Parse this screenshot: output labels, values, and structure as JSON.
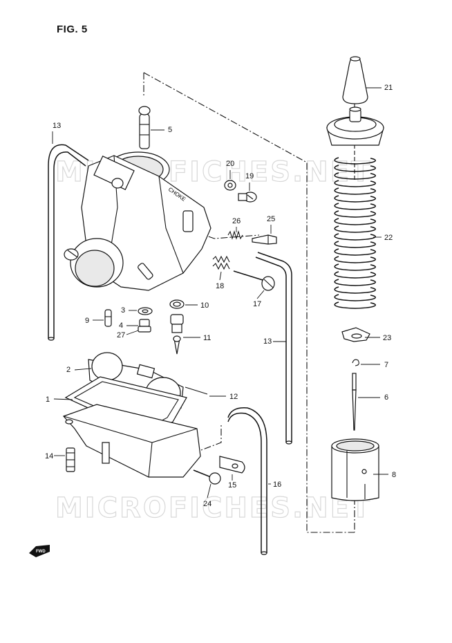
{
  "figure": {
    "title": "FIG. 5"
  },
  "watermark": {
    "text": "MICROFICHES.NET"
  },
  "fwd_badge": {
    "text": "FWD"
  },
  "choke_marking": "CHOKE",
  "parts": [
    {
      "id": "p1",
      "number": "1"
    },
    {
      "id": "p2",
      "number": "2"
    },
    {
      "id": "p3",
      "number": "3"
    },
    {
      "id": "p4",
      "number": "4"
    },
    {
      "id": "p5",
      "number": "5"
    },
    {
      "id": "p6",
      "number": "6"
    },
    {
      "id": "p7",
      "number": "7"
    },
    {
      "id": "p8",
      "number": "8"
    },
    {
      "id": "p9",
      "number": "9"
    },
    {
      "id": "p10",
      "number": "10"
    },
    {
      "id": "p11",
      "number": "11"
    },
    {
      "id": "p12",
      "number": "12"
    },
    {
      "id": "p13a",
      "number": "13"
    },
    {
      "id": "p13b",
      "number": "13"
    },
    {
      "id": "p14",
      "number": "14"
    },
    {
      "id": "p15",
      "number": "15"
    },
    {
      "id": "p16",
      "number": "16"
    },
    {
      "id": "p17",
      "number": "17"
    },
    {
      "id": "p18",
      "number": "18"
    },
    {
      "id": "p19",
      "number": "19"
    },
    {
      "id": "p20",
      "number": "20"
    },
    {
      "id": "p21",
      "number": "21"
    },
    {
      "id": "p22",
      "number": "22"
    },
    {
      "id": "p23",
      "number": "23"
    },
    {
      "id": "p24",
      "number": "24"
    },
    {
      "id": "p25",
      "number": "25"
    },
    {
      "id": "p26",
      "number": "26"
    },
    {
      "id": "p27",
      "number": "27"
    }
  ]
}
